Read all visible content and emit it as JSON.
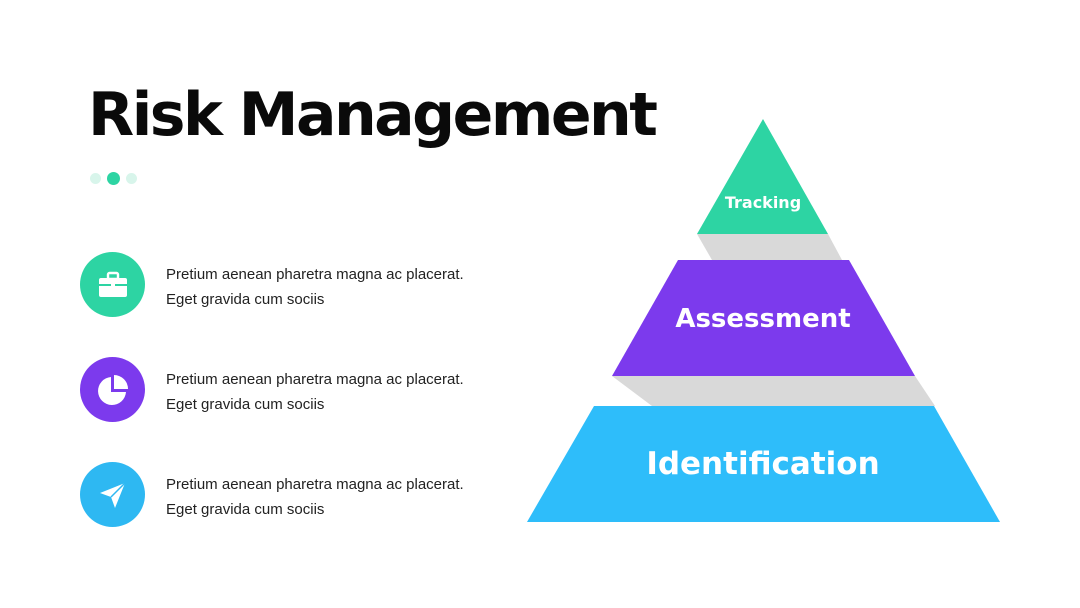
{
  "title": "Risk Management",
  "items": [
    {
      "icon": "briefcase-icon",
      "color": "#2dd4a3",
      "line1": "Pretium aenean pharetra magna ac placerat.",
      "line2": "Eget gravida cum sociis"
    },
    {
      "icon": "pie-chart-icon",
      "color": "#7c3aed",
      "line1": "Pretium aenean pharetra magna ac placerat.",
      "line2": "Eget gravida cum sociis"
    },
    {
      "icon": "paper-plane-icon",
      "color": "#2eb8f2",
      "line1": "Pretium aenean pharetra magna ac placerat.",
      "line2": "Eget gravida cum sociis"
    }
  ],
  "pyramid": {
    "levels": [
      {
        "label": "Tracking",
        "color": "#2dd4a3"
      },
      {
        "label": "Assessment",
        "color": "#7c3aed"
      },
      {
        "label": "Identification",
        "color": "#2ebdfa"
      }
    ],
    "shadow_color": "#d9d9d9"
  }
}
